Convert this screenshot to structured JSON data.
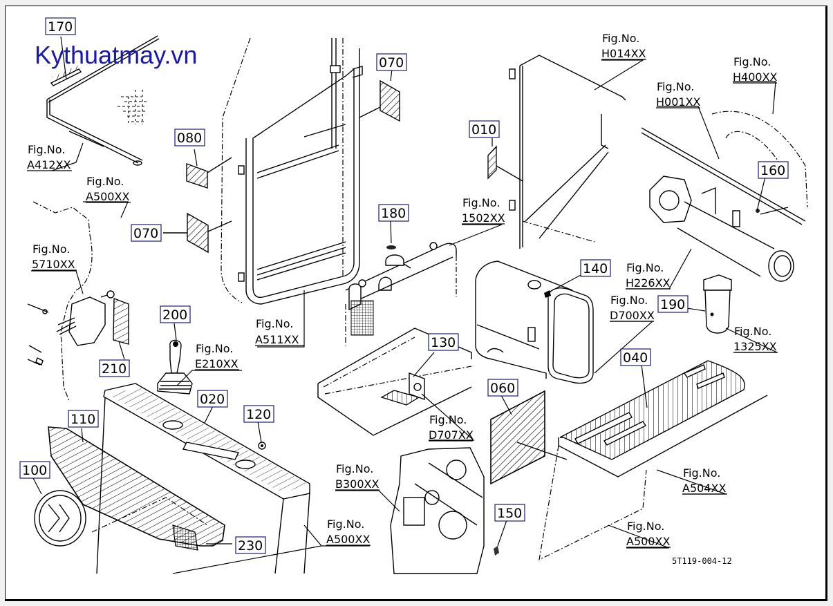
{
  "watermark": "Kythuatmay.vn",
  "drawing_number": "5T119-004-12",
  "fig_prefix": "Fig.No.",
  "part_codes": {
    "p010": "010",
    "p020": "020",
    "p040": "040",
    "p060": "060",
    "p070a": "070",
    "p070b": "070",
    "p080": "080",
    "p100": "100",
    "p110": "110",
    "p120": "120",
    "p130": "130",
    "p140": "140",
    "p150": "150",
    "p160": "160",
    "p170": "170",
    "p180": "180",
    "p190": "190",
    "p200": "200",
    "p210": "210",
    "p230": "230"
  },
  "fig_refs": {
    "A412XX": "A412XX",
    "A500XX_top": "A500XX",
    "5710XX": "5710XX",
    "A511XX": "A511XX",
    "E210XX": "E210XX",
    "1502XX": "1502XX",
    "H014XX": "H014XX",
    "H400XX": "H400XX",
    "H001XX": "H001XX",
    "H226XX": "H226XX",
    "D700XX": "D700XX",
    "1325XX": "1325XX",
    "D707XX": "D707XX",
    "B300XX": "B300XX",
    "A500XX_mid": "A500XX",
    "A504XX": "A504XX",
    "A500XX_right": "A500XX"
  }
}
